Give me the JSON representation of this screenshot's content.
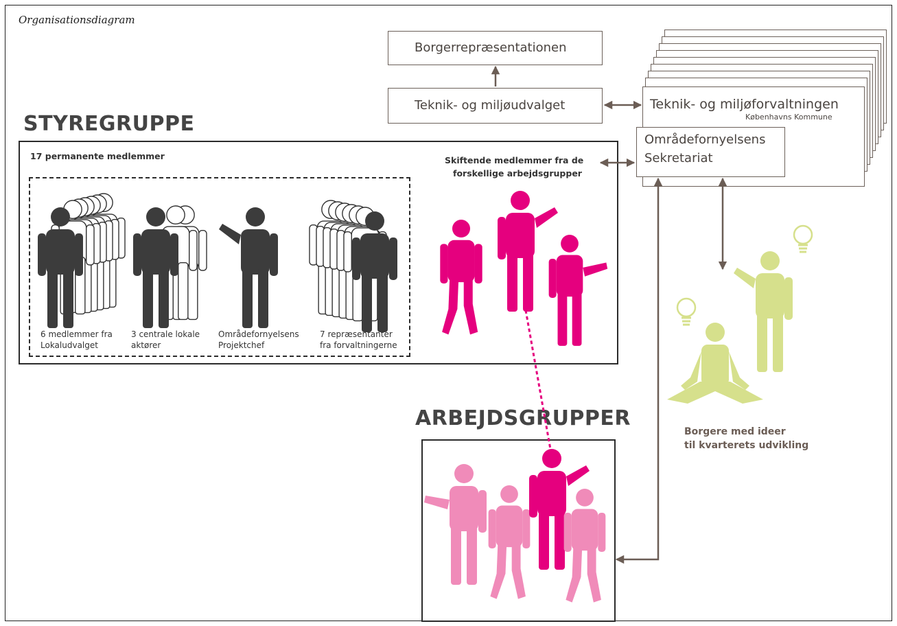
{
  "diagram_title": "Organisationsdiagram",
  "nodes": {
    "borgerrepraesentationen": "Borgerrepræsentationen",
    "udvalget": "Teknik- og miljøudvalget",
    "forvaltningen": "Teknik- og miljøforvaltningen",
    "kommune": "Københavns Kommune",
    "sekretariat_line1": "Områdefornyelsens",
    "sekretariat_line2": "Sekretariat"
  },
  "styregruppe": {
    "heading": "STYREGRUPPE",
    "permanent_label": "17 permanente medlemmer",
    "shifting_line1": "Skiftende medlemmer fra de",
    "shifting_line2": "forskellige arbejdsgrupper",
    "groups": [
      {
        "line1": "6 medlemmer fra",
        "line2": "Lokaludvalget"
      },
      {
        "line1": "3 centrale lokale",
        "line2": "aktører"
      },
      {
        "line1": "Områdefornyelsens",
        "line2": "Projektchef"
      },
      {
        "line1": "7 repræsentanter",
        "line2": "fra forvaltningerne"
      }
    ]
  },
  "arbejdsgrupper": {
    "heading": "ARBEJDSGRUPPER"
  },
  "borgere": {
    "line1": "Borgere med ideer",
    "line2": "til kvarterets udvikling"
  },
  "colors": {
    "dark_figure": "#3c3c3c",
    "magenta": "#e5007e",
    "pink": "#f08bb9",
    "green": "#d6e08c",
    "arrow": "#6b5d55"
  }
}
